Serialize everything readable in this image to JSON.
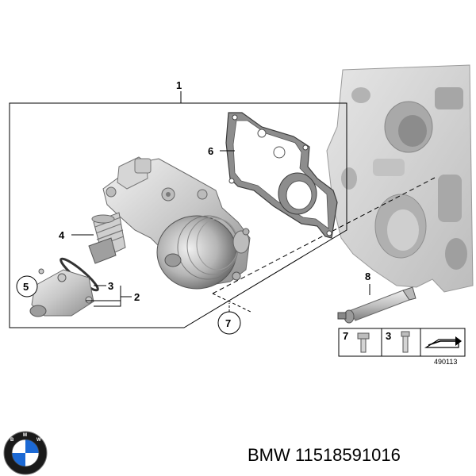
{
  "callouts": {
    "c1": "1",
    "c2": "2",
    "c3": "3",
    "c4": "4",
    "c5": "5",
    "c6": "6",
    "c7": "7",
    "c8": "8"
  },
  "legend": {
    "item_7": "7",
    "item_3": "3"
  },
  "reference_number": "490113",
  "brand_text": "BMW 11518591016",
  "logo": {
    "letter_b": "B",
    "letter_m": "M",
    "letter_w": "W"
  },
  "colors": {
    "logo_blue": "#1c69d4",
    "metal_light": "#d9d9d9",
    "metal_dark": "#8a8a8a"
  }
}
